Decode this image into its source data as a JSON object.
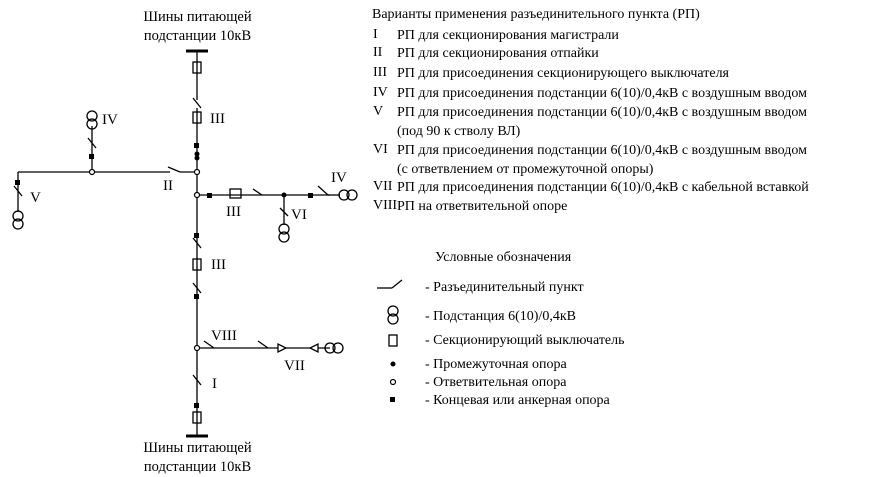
{
  "bus_labels": {
    "top": [
      "Шины питающей",
      "подстанции 10кВ"
    ],
    "bottom": [
      "Шины питающей",
      "подстанции 10кВ"
    ]
  },
  "variants": {
    "title": "Варианты применения разъединительного пункта (РП)",
    "items": [
      {
        "num": "I",
        "lines": [
          "РП для секционирования магистрали"
        ]
      },
      {
        "num": "II",
        "lines": [
          "РП для секционирования отпайки"
        ]
      },
      {
        "num": "III",
        "lines": [
          "РП для присоединения секционирующего выключателя"
        ]
      },
      {
        "num": "IV",
        "lines": [
          "РП для присоединения подстанции 6(10)/0,4кВ с воздушным вводом"
        ]
      },
      {
        "num": "V",
        "lines": [
          "РП для присоединения подстанции 6(10)/0,4кВ с воздушным вводом",
          "(под 90  к стволу ВЛ)"
        ]
      },
      {
        "num": "VI",
        "lines": [
          "РП для присоединения подстанции 6(10)/0,4кВ с воздушным вводом",
          "(с ответвлением от промежуточной опоры)"
        ]
      },
      {
        "num": "VII",
        "lines": [
          "РП для присоединения подстанции 6(10)/0,4кВ с кабельной вставкой"
        ]
      },
      {
        "num": "VIII",
        "lines": [
          "РП на ответвительной опоре"
        ]
      }
    ]
  },
  "legend": {
    "title": "Условные обозначения",
    "items": [
      {
        "symbol": "disconnector-symbol",
        "label": "- Разъединительный пункт"
      },
      {
        "symbol": "substation-symbol",
        "label": "- Подстанция 6(10)/0,4кВ"
      },
      {
        "symbol": "sectionalizing-switch-symbol",
        "label": "- Секционирующий выключатель"
      },
      {
        "symbol": "intermediate-pole-symbol",
        "label": "- Промежуточная опора"
      },
      {
        "symbol": "branch-pole-symbol",
        "label": "- Ответвительная опора"
      },
      {
        "symbol": "anchor-pole-symbol",
        "label": "- Концевая или анкерная опора"
      }
    ]
  },
  "scheme_labels": {
    "top_section": "III",
    "left_transformer": "IV",
    "left_far": "V",
    "junction_left": "II",
    "junction_section": "III",
    "right_transformer": "IV",
    "right_branch": "VI",
    "mid_section": "III",
    "branch_pole": "VIII",
    "cable_substation": "VII",
    "bottom_section": "I"
  }
}
